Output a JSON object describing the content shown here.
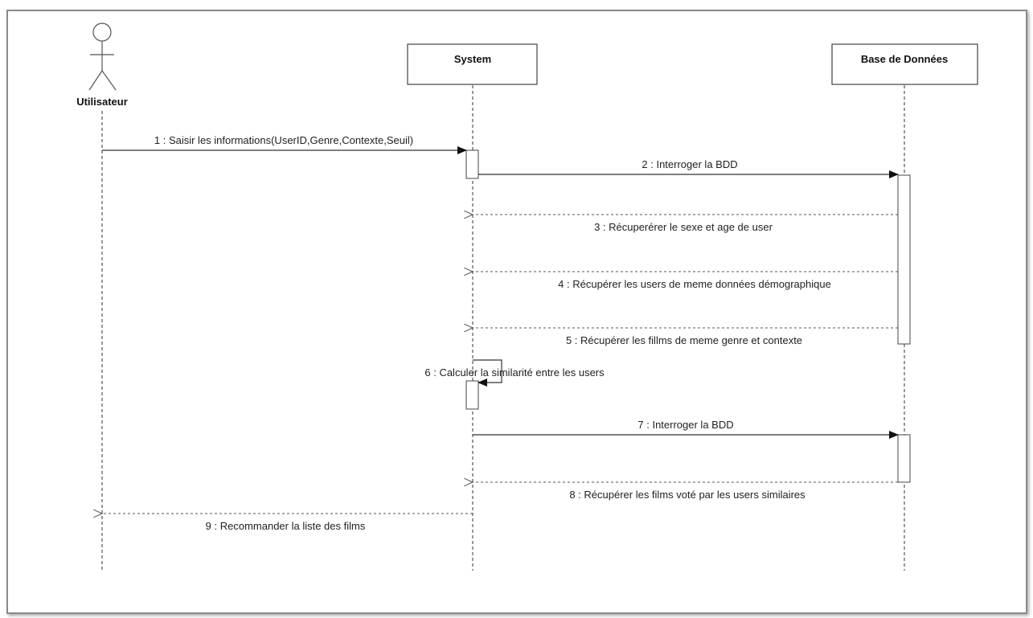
{
  "diagram": {
    "type": "sequence",
    "participants": {
      "user": "Utilisateur",
      "system": "System",
      "db": "Base de Données"
    },
    "messages": [
      {
        "label": "1 : Saisir les informations(UserID,Genre,Contexte,Seuil)",
        "from": "user",
        "to": "system",
        "kind": "sync"
      },
      {
        "label": "2 : Interroger la BDD",
        "from": "system",
        "to": "db",
        "kind": "sync"
      },
      {
        "label": "3 : Récuperérer le sexe et age de user",
        "from": "db",
        "to": "system",
        "kind": "return"
      },
      {
        "label": "4 : Récupérer les users de meme données démographique",
        "from": "db",
        "to": "system",
        "kind": "return"
      },
      {
        "label": "5 : Récupérer les fillms de meme genre et contexte",
        "from": "db",
        "to": "system",
        "kind": "return"
      },
      {
        "label": "6 : Calculer la similarité entre les users",
        "from": "system",
        "to": "system",
        "kind": "self"
      },
      {
        "label": "7 : Interroger la BDD",
        "from": "system",
        "to": "db",
        "kind": "sync"
      },
      {
        "label": "8 : Récupérer les films  voté par les users similaires",
        "from": "db",
        "to": "system",
        "kind": "return"
      },
      {
        "label": "9 : Recommander la liste des films",
        "from": "system",
        "to": "user",
        "kind": "return"
      }
    ]
  },
  "colors": {
    "line": "#333333",
    "box_border": "#444444",
    "box_fill": "#ffffff",
    "frame": "#8a8a8a"
  }
}
